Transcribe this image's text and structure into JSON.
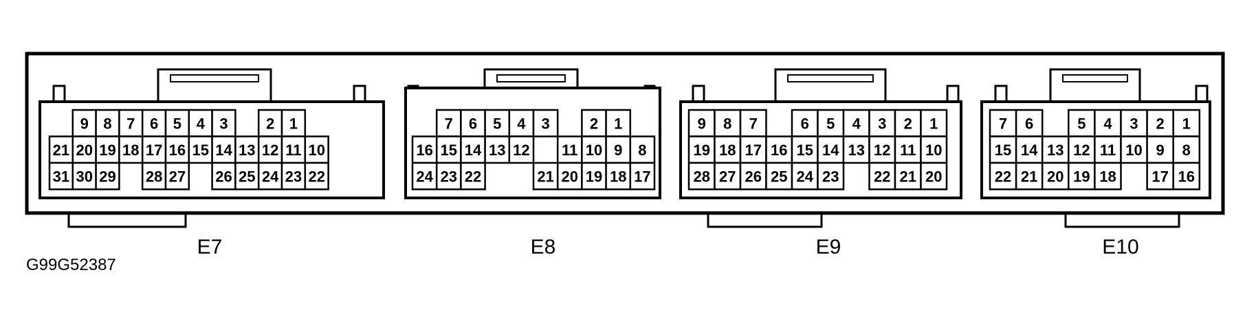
{
  "figure_id": "G99G52387",
  "connectors": [
    {
      "label": "E7",
      "rows": [
        [
          "",
          "9",
          "8",
          "7",
          "6",
          "5",
          "4",
          "3",
          "",
          "2",
          "1",
          ""
        ],
        [
          "21",
          "20",
          "19",
          "18",
          "17",
          "16",
          "15",
          "14",
          "13",
          "12",
          "11",
          "10"
        ],
        [
          "31",
          "30",
          "29",
          "",
          "28",
          "27",
          "",
          "26",
          "25",
          "24",
          "23",
          "22"
        ]
      ]
    },
    {
      "label": "E8",
      "rows": [
        [
          "",
          "7",
          "6",
          "5",
          "4",
          "3",
          "",
          "2",
          "1",
          ""
        ],
        [
          "16",
          "15",
          "14",
          "13",
          "12",
          "",
          "11",
          "10",
          "9",
          "8"
        ],
        [
          "24",
          "23",
          "22",
          "",
          "",
          "21",
          "20",
          "19",
          "18",
          "17"
        ]
      ]
    },
    {
      "label": "E9",
      "rows": [
        [
          "9",
          "8",
          "7",
          "",
          "6",
          "5",
          "4",
          "3",
          "2",
          "1"
        ],
        [
          "19",
          "18",
          "17",
          "16",
          "15",
          "14",
          "13",
          "12",
          "11",
          "10"
        ],
        [
          "28",
          "27",
          "26",
          "25",
          "24",
          "23",
          "",
          "22",
          "21",
          "20"
        ]
      ]
    },
    {
      "label": "E10",
      "rows": [
        [
          "7",
          "6",
          "",
          "5",
          "4",
          "3",
          "2",
          "1"
        ],
        [
          "15",
          "14",
          "13",
          "12",
          "11",
          "10",
          "9",
          "8"
        ],
        [
          "22",
          "21",
          "20",
          "19",
          "18",
          "",
          "17",
          "16"
        ]
      ]
    }
  ]
}
